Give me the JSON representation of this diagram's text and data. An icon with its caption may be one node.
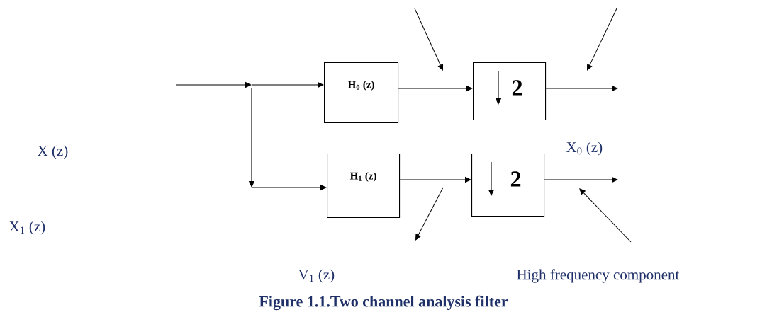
{
  "diagram": {
    "caption": "Figure 1.1.Two channel analysis filter",
    "nodes": [
      {
        "text": [
          "H$_{0}$ (z)"
        ]
      },
      {
        "text": [
          "H$_{1}$ (z)"
        ]
      },
      {
        "text": [
          "2"
        ]
      },
      {
        "text": [
          "2"
        ]
      }
    ],
    "edges": [
      {
        "from": null,
        "to": 0,
        "arrow": "to"
      },
      {
        "from": null,
        "to": 1,
        "arrow": "to"
      },
      {
        "from": 0,
        "to": 2,
        "arrow": "to"
      },
      {
        "from": 1,
        "to": 3,
        "arrow": "to"
      },
      {
        "from": 2,
        "to": null,
        "arrow": "to"
      },
      {
        "from": 3,
        "to": null,
        "arrow": "to"
      }
    ],
    "labels": [
      "X (z)",
      "X$_{0}$ (z)",
      "X$_{1}$ (z)",
      "V$_{1}$ (z)",
      "High frequency component"
    ]
  }
}
